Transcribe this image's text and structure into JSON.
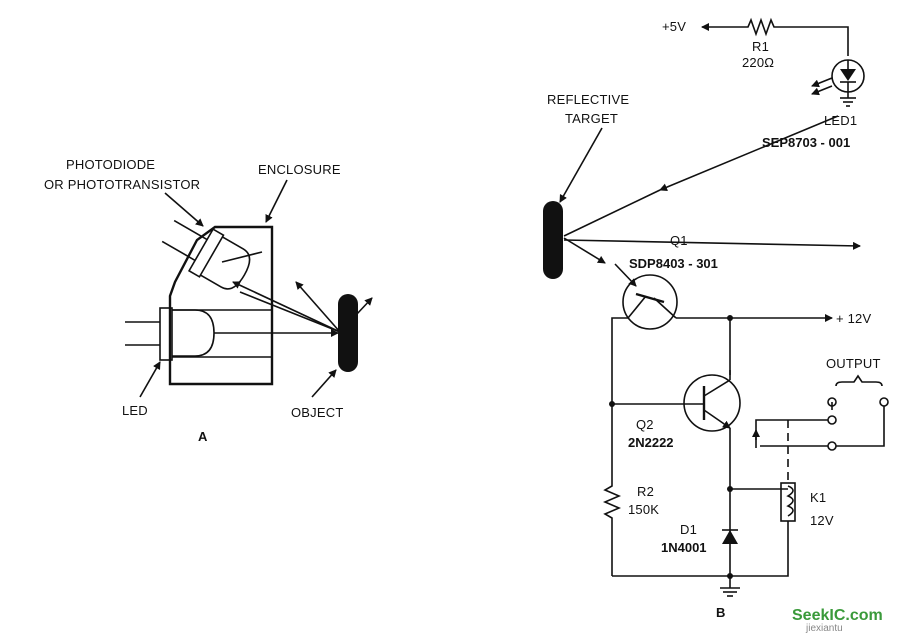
{
  "diagram_a": {
    "label_photodiode_1": "PHOTODIODE",
    "label_photodiode_2": "OR PHOTOTRANSISTOR",
    "label_enclosure": "ENCLOSURE",
    "label_led": "LED",
    "label_object": "OBJECT",
    "label_caption": "A"
  },
  "diagram_b": {
    "supply_5v": "+5V",
    "r1_name": "R1",
    "r1_value": "220Ω",
    "led1_name": "LED1",
    "led1_part": "SEP8703 - 001",
    "target_1": "REFLECTIVE",
    "target_2": "TARGET",
    "q1_name": "Q1",
    "q1_part": "SDP8403 - 301",
    "supply_12v": "+ 12V",
    "output": "OUTPUT",
    "q2_name": "Q2",
    "q2_part": "2N2222",
    "r2_name": "R2",
    "r2_value": "150K",
    "d1_name": "D1",
    "d1_part": "1N4001",
    "k1_name": "K1",
    "k1_value": "12V",
    "label_caption": "B"
  },
  "watermark": {
    "main": "SeekIC.com",
    "sub": "jiexiantu"
  },
  "colors": {
    "ink": "#111111",
    "background": "#ffffff",
    "watermark_green": "#3a9a3a",
    "watermark_red": "#d43a2a"
  }
}
